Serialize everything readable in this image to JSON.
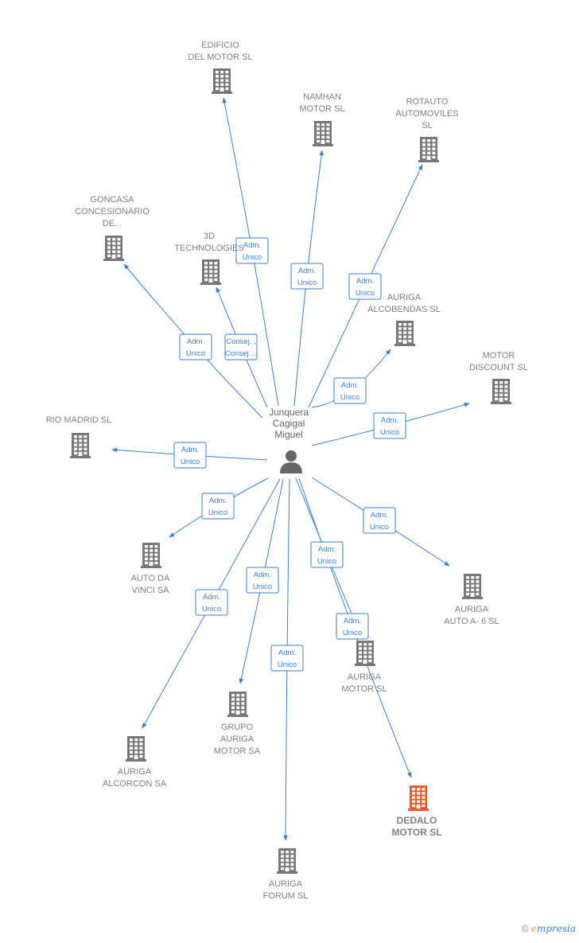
{
  "center": {
    "label": [
      "Junquera",
      "Cagigal",
      "Miguel"
    ],
    "icon": "person-icon"
  },
  "colors": {
    "edge": "#3a7fd5",
    "company": "#777777",
    "highlight": "#f05a28",
    "label": "#808080"
  },
  "companies": [
    {
      "id": "edificio",
      "label": [
        "EDIFICIO",
        "DEL MOTOR SL"
      ],
      "highlight": false
    },
    {
      "id": "namhan",
      "label": [
        "NAMHAN",
        "MOTOR SL"
      ],
      "highlight": false
    },
    {
      "id": "rotauto",
      "label": [
        "ROTAUTO",
        "AUTOMOVILES",
        "SL"
      ],
      "highlight": false
    },
    {
      "id": "goncasa",
      "label": [
        "GONCASA",
        "CONCESIONARIO",
        "DE..."
      ],
      "highlight": false
    },
    {
      "id": "3d",
      "label": [
        "3D",
        "TECHNOLOGIES"
      ],
      "highlight": false
    },
    {
      "id": "alcobendas",
      "label": [
        "AURIGA",
        "ALCOBENDAS SL"
      ],
      "highlight": false
    },
    {
      "id": "discount",
      "label": [
        "MOTOR",
        "DISCOUNT SL"
      ],
      "highlight": false
    },
    {
      "id": "riomadrid",
      "label": [
        "RIO MADRID SL"
      ],
      "highlight": false
    },
    {
      "id": "davinci",
      "label": [
        "AUTO DA",
        "VINCI SA"
      ],
      "highlight": false
    },
    {
      "id": "autoa6",
      "label": [
        "AURIGA",
        "AUTO A- 6 SL"
      ],
      "highlight": false
    },
    {
      "id": "aurigamotor",
      "label": [
        "AURIGA",
        "MOTOR SL"
      ],
      "highlight": false
    },
    {
      "id": "grupo",
      "label": [
        "GRUPO",
        "AURIGA",
        "MOTOR SA"
      ],
      "highlight": false
    },
    {
      "id": "alcorcon",
      "label": [
        "AURIGA",
        "ALCORCON SA"
      ],
      "highlight": false
    },
    {
      "id": "dedalo",
      "label": [
        "DEDALO",
        "MOTOR SL"
      ],
      "highlight": true
    },
    {
      "id": "forum",
      "label": [
        "AURIGA",
        "FORUM SL"
      ],
      "highlight": false
    }
  ],
  "edges": [
    {
      "to": "edificio",
      "tag": [
        "Adm.",
        "Unico"
      ]
    },
    {
      "to": "namhan",
      "tag": [
        "Adm.",
        "Unico"
      ]
    },
    {
      "to": "rotauto",
      "tag": [
        "Adm.",
        "Unico"
      ]
    },
    {
      "to": "goncasa",
      "tag": [
        "Adm.",
        "Unico"
      ]
    },
    {
      "to": "3d",
      "tag": [
        "Consej. ,",
        "Consej...."
      ]
    },
    {
      "to": "alcobendas",
      "tag": [
        "Adm.",
        "Unico"
      ]
    },
    {
      "to": "discount",
      "tag": [
        "Adm.",
        "Unico"
      ]
    },
    {
      "to": "riomadrid",
      "tag": [
        "Adm.",
        "Unico"
      ]
    },
    {
      "to": "davinci",
      "tag": [
        "Adm.",
        "Unico"
      ]
    },
    {
      "to": "autoa6",
      "tag": [
        "Adm.",
        "Unico"
      ]
    },
    {
      "to": "aurigamotor",
      "tag": [
        "Adm.",
        "Unico"
      ]
    },
    {
      "to": "grupo",
      "tag": [
        "Adm.",
        "Unico"
      ]
    },
    {
      "to": "alcorcon",
      "tag": [
        "Adm.",
        "Unico"
      ]
    },
    {
      "to": "dedalo",
      "tag": [
        "Adm.",
        "Unico"
      ]
    },
    {
      "to": "forum",
      "tag": [
        "Adm.",
        "Unico"
      ]
    }
  ],
  "footer": {
    "copyright": "©",
    "brand_first": "e",
    "brand_rest": "mpresia"
  }
}
